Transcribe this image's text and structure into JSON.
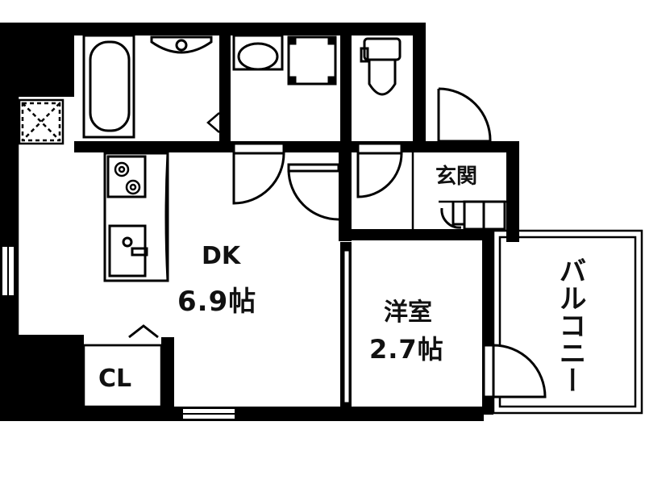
{
  "rooms": {
    "dk": {
      "name": "DK",
      "area": "6.9帖"
    },
    "western": {
      "name": "洋室",
      "area": "2.7帖"
    },
    "entrance": {
      "name": "玄関"
    },
    "closet": {
      "name": "CL"
    },
    "balcony": {
      "name": "バルコニー"
    }
  },
  "colors": {
    "wall": "#000000",
    "background": "#ffffff"
  }
}
